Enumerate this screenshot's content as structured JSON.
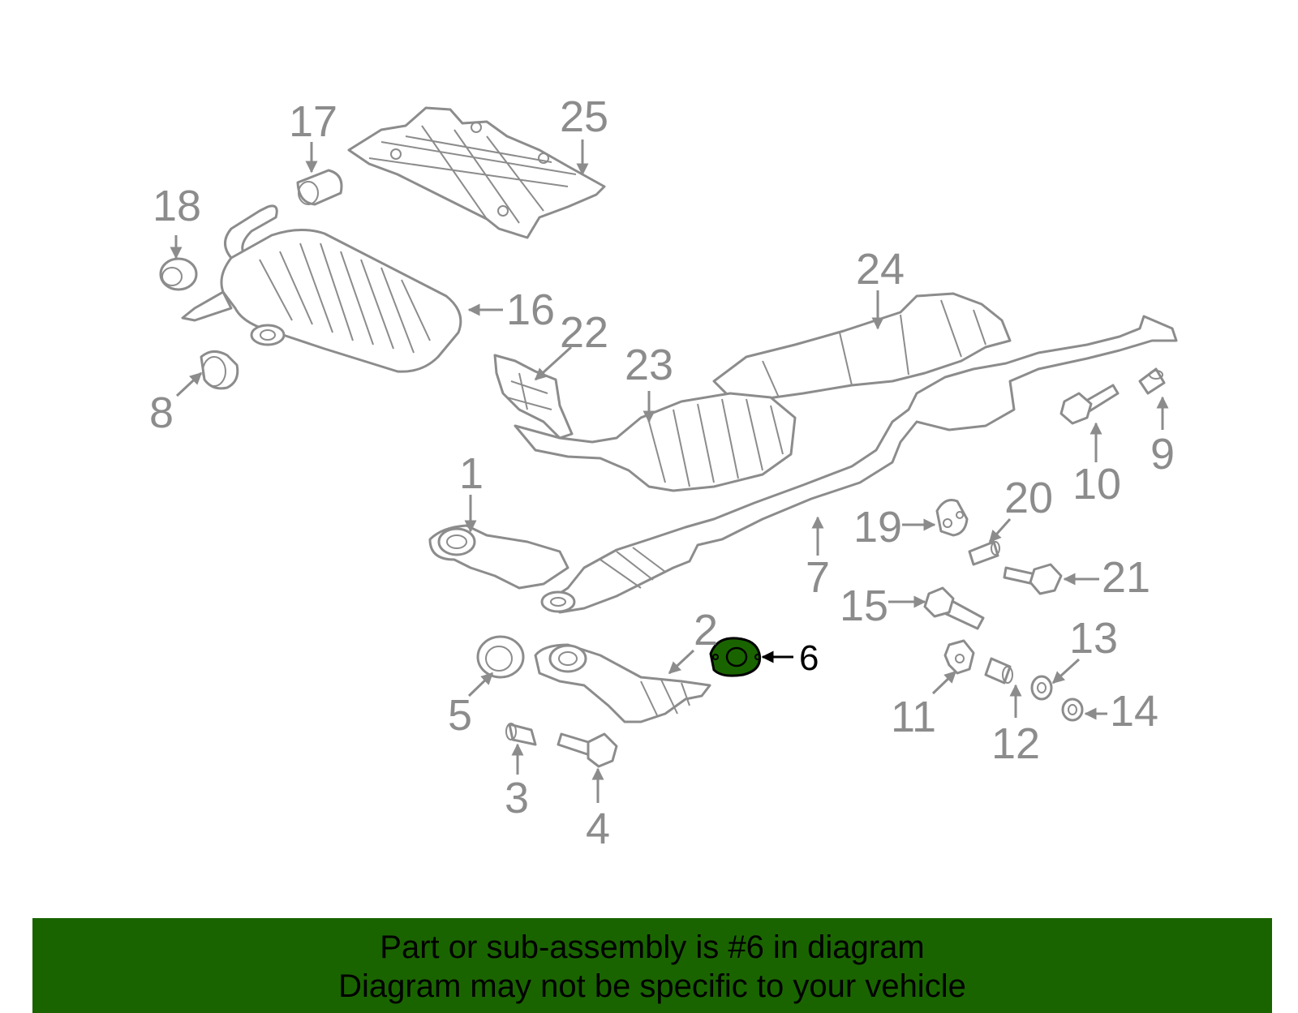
{
  "diagram": {
    "callouts": {
      "c1": "1",
      "c2": "2",
      "c3": "3",
      "c4": "4",
      "c5": "5",
      "c6": "6",
      "c7": "7",
      "c8": "8",
      "c9": "9",
      "c10": "10",
      "c11": "11",
      "c12": "12",
      "c13": "13",
      "c14": "14",
      "c15": "15",
      "c16": "16",
      "c17": "17",
      "c18": "18",
      "c19": "19",
      "c20": "20",
      "c21": "21",
      "c22": "22",
      "c23": "23",
      "c24": "24",
      "c25": "25"
    },
    "highlight_color": "#1a6400",
    "line_color": "#8c8c8c"
  },
  "banner": {
    "line1": "Part or sub-assembly is #6 in diagram",
    "line2": "Diagram may not be specific to your vehicle",
    "background": "#1a6400"
  }
}
